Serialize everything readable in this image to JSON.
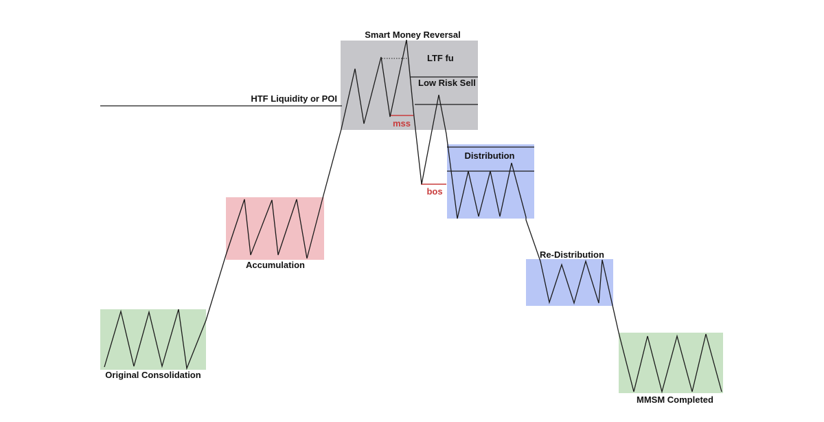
{
  "labels": {
    "original_consolidation": "Original Consolidation",
    "accumulation": "Accumulation",
    "htf_liquidity": "HTF Liquidity or POI",
    "smart_money_reversal": "Smart Money Reversal",
    "ltf_fu": "LTF fu",
    "low_risk_sell": "Low Risk Sell",
    "mss": "mss",
    "distribution": "Distribution",
    "bos": "bos",
    "re_distribution": "Re-Distribution",
    "mmsm_completed": "MMSM Completed"
  },
  "colors": {
    "consolidation_fill": "#c8e2c4",
    "accumulation_fill": "#f2c0c4",
    "reversal_fill": "#c6c6ca",
    "distribution_fill": "#b8c6f6",
    "price_line": "#1a1a1a",
    "signal_red": "#c83c3c"
  }
}
